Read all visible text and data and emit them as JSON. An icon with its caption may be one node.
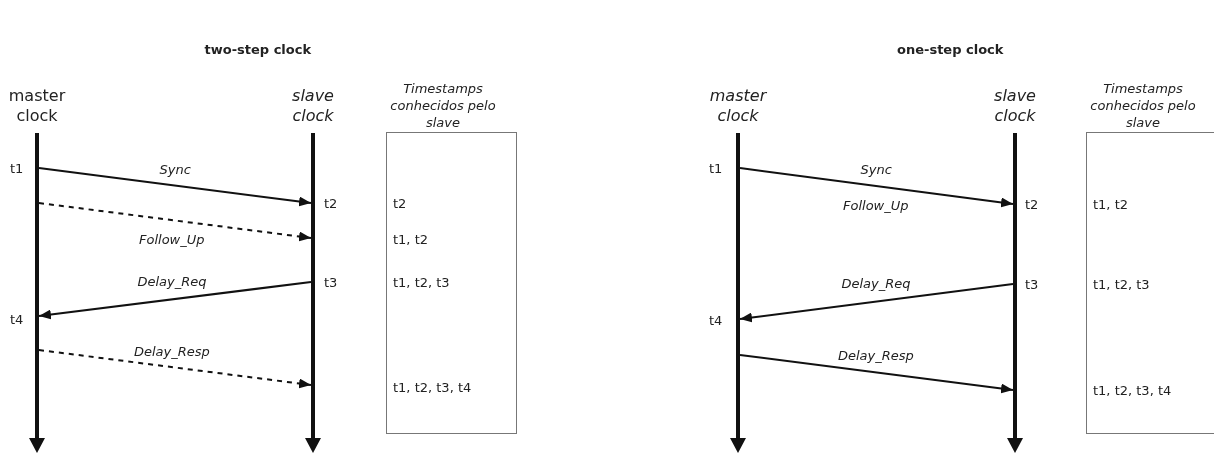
{
  "diagram": {
    "nodes": [
      {
        "text": [
          "master clock"
        ]
      },
      {
        "text": [
          "slave clock"
        ]
      },
      {
        "text": [
          "Timestamps conhecidos pelo slave",
          "t2",
          "t1, t2",
          "t1, t2, t3",
          "t1, t2, t3, t4"
        ]
      },
      {
        "text": [
          "master clock"
        ]
      },
      {
        "text": [
          "slave clock"
        ]
      },
      {
        "text": [
          "Timestamps conhecidos pelo slave",
          "t1, t2",
          "t1, t2, t3",
          "t1, t2, t3, t4"
        ]
      }
    ],
    "edges": [
      {
        "from": 0,
        "to": 1,
        "arrow": "to",
        "label": "Sync"
      },
      {
        "from": 0,
        "to": 1,
        "arrow": "to",
        "label": "Follow_Up",
        "style": "dashed"
      },
      {
        "from": 1,
        "to": 0,
        "arrow": "to",
        "label": "Delay_Req"
      },
      {
        "from": 0,
        "to": 1,
        "arrow": "to",
        "label": "Delay_Resp",
        "style": "dashed"
      },
      {
        "from": 3,
        "to": 4,
        "arrow": "to",
        "label": "Sync"
      },
      {
        "from": 4,
        "to": 3,
        "arrow": "to",
        "label": "Delay_Req"
      },
      {
        "from": 3,
        "to": 4,
        "arrow": "to",
        "label": "Delay_Resp"
      }
    ],
    "labels": [
      "two-step clock",
      "one-step clock",
      "t1",
      "t2",
      "t3",
      "t4",
      "t1",
      "Follow_Up",
      "t2",
      "t3",
      "t4"
    ]
  }
}
